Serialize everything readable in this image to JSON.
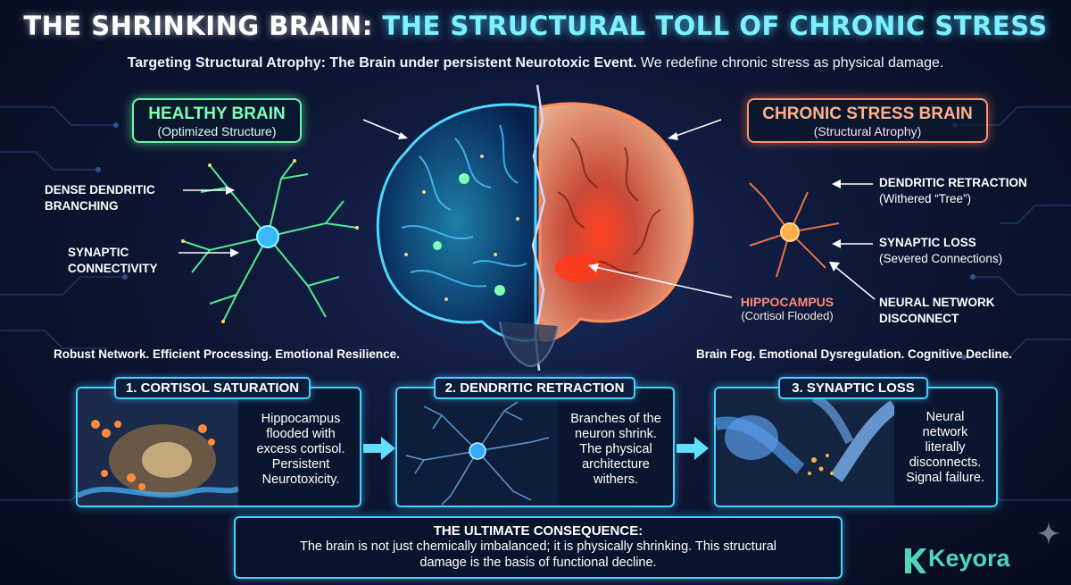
{
  "header": {
    "title_part1": "THE SHRINKING BRAIN:",
    "title_part2": "THE STRUCTURAL TOLL OF CHRONIC STRESS",
    "subtitle_bold": "Targeting Structural Atrophy: The Brain under persistent Neurotoxic Event.",
    "subtitle_rest": "We redefine chronic stress as physical damage."
  },
  "healthy": {
    "heading": "HEALTHY BRAIN",
    "subheading": "(Optimized Structure)",
    "label_dense_1": "DENSE DENDRITIC",
    "label_dense_2": "BRANCHING",
    "label_synaptic_1": "SYNAPTIC",
    "label_synaptic_2": "CONNECTIVITY",
    "tagline": "Robust Network. Efficient Processing. Emotional Resilience."
  },
  "stress": {
    "heading": "CHRONIC STRESS BRAIN",
    "subheading": "(Structural Atrophy)",
    "label_retraction": "DENDRITIC RETRACTION",
    "label_retraction_sub": "(Withered “Tree”)",
    "label_loss": "SYNAPTIC LOSS",
    "label_loss_sub": "(Severed Connections)",
    "label_network_1": "NEURAL NETWORK",
    "label_network_2": "DISCONNECT",
    "hippocampus": "HIPPOCAMPUS",
    "hippocampus_sub": "(Cortisol Flooded)",
    "tagline": "Brain Fog. Emotional Dysregulation. Cognitive Decline."
  },
  "panels": [
    {
      "title": "1. CORTISOL SATURATION",
      "lines": [
        "Hippocampus",
        "flooded with",
        "excess cortisol.",
        "Persistent",
        "Neurotoxicity."
      ]
    },
    {
      "title": "2. DENDRITIC RETRACTION",
      "lines": [
        "Branches of the",
        "neuron shrink.",
        "The physical",
        "architecture",
        "withers."
      ]
    },
    {
      "title": "3. SYNAPTIC LOSS",
      "lines": [
        "Neural",
        "network",
        "literally",
        "disconnects.",
        "Signal failure."
      ]
    }
  ],
  "consequence": {
    "heading": "THE ULTIMATE CONSEQUENCE:",
    "line1": "The brain is not just chemically imbalanced; it is physically shrinking. This structural",
    "line2": "damage is the basis of functional decline."
  },
  "brand": {
    "name": "Keyora"
  },
  "colors": {
    "healthy_accent": "#6ff5a8",
    "stress_accent": "#ff9470",
    "panel_border": "#46d2ff",
    "title_cyan": "#7ff0ff",
    "logo": "#4fd6b6"
  }
}
